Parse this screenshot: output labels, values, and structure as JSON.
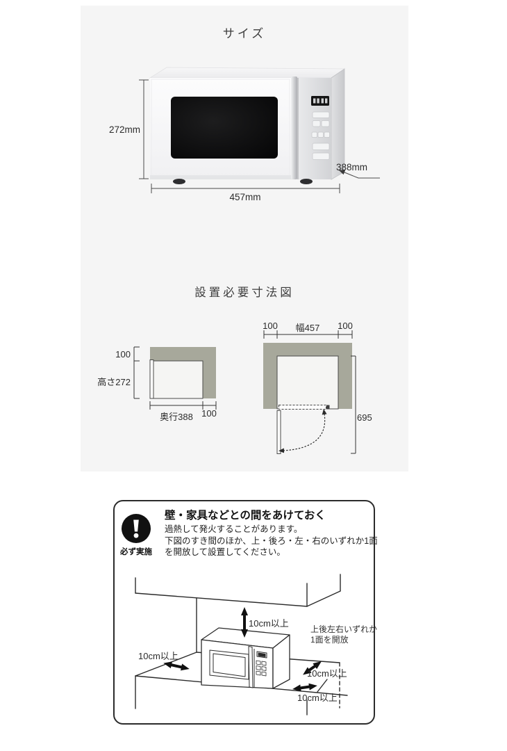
{
  "colors": {
    "panel_bg": "#f5f5f5",
    "clearance_block": "#a7a89b",
    "line": "#2b2b2b"
  },
  "size_section": {
    "title": "サイズ",
    "height_label": "272mm",
    "width_label": "457mm",
    "depth_label": "388mm"
  },
  "install_section": {
    "title": "設置必要寸法図",
    "side_view": {
      "top_clearance": "100",
      "height_label": "高さ272",
      "depth_label": "奥行388",
      "rear_clearance": "100"
    },
    "front_view": {
      "left_clearance": "100",
      "width_label": "幅457",
      "right_clearance": "100",
      "opening_height": "695"
    }
  },
  "warning_box": {
    "badge_label": "必ず実施",
    "title": "壁・家具などとの間をあけておく",
    "body_lines": [
      "過熱して発火することがあります。",
      "下図のすき間のほか、上・後ろ・左・右のいずれか1面",
      "を開放して設置してください。"
    ],
    "diagram": {
      "top_clearance": "10cm以上",
      "left_clearance": "10cm以上",
      "rear_clearance": "10cm以上",
      "right_clearance": "10cm以上",
      "note_line1": "上後左右いずれか",
      "note_line2": "1面を開放"
    }
  }
}
